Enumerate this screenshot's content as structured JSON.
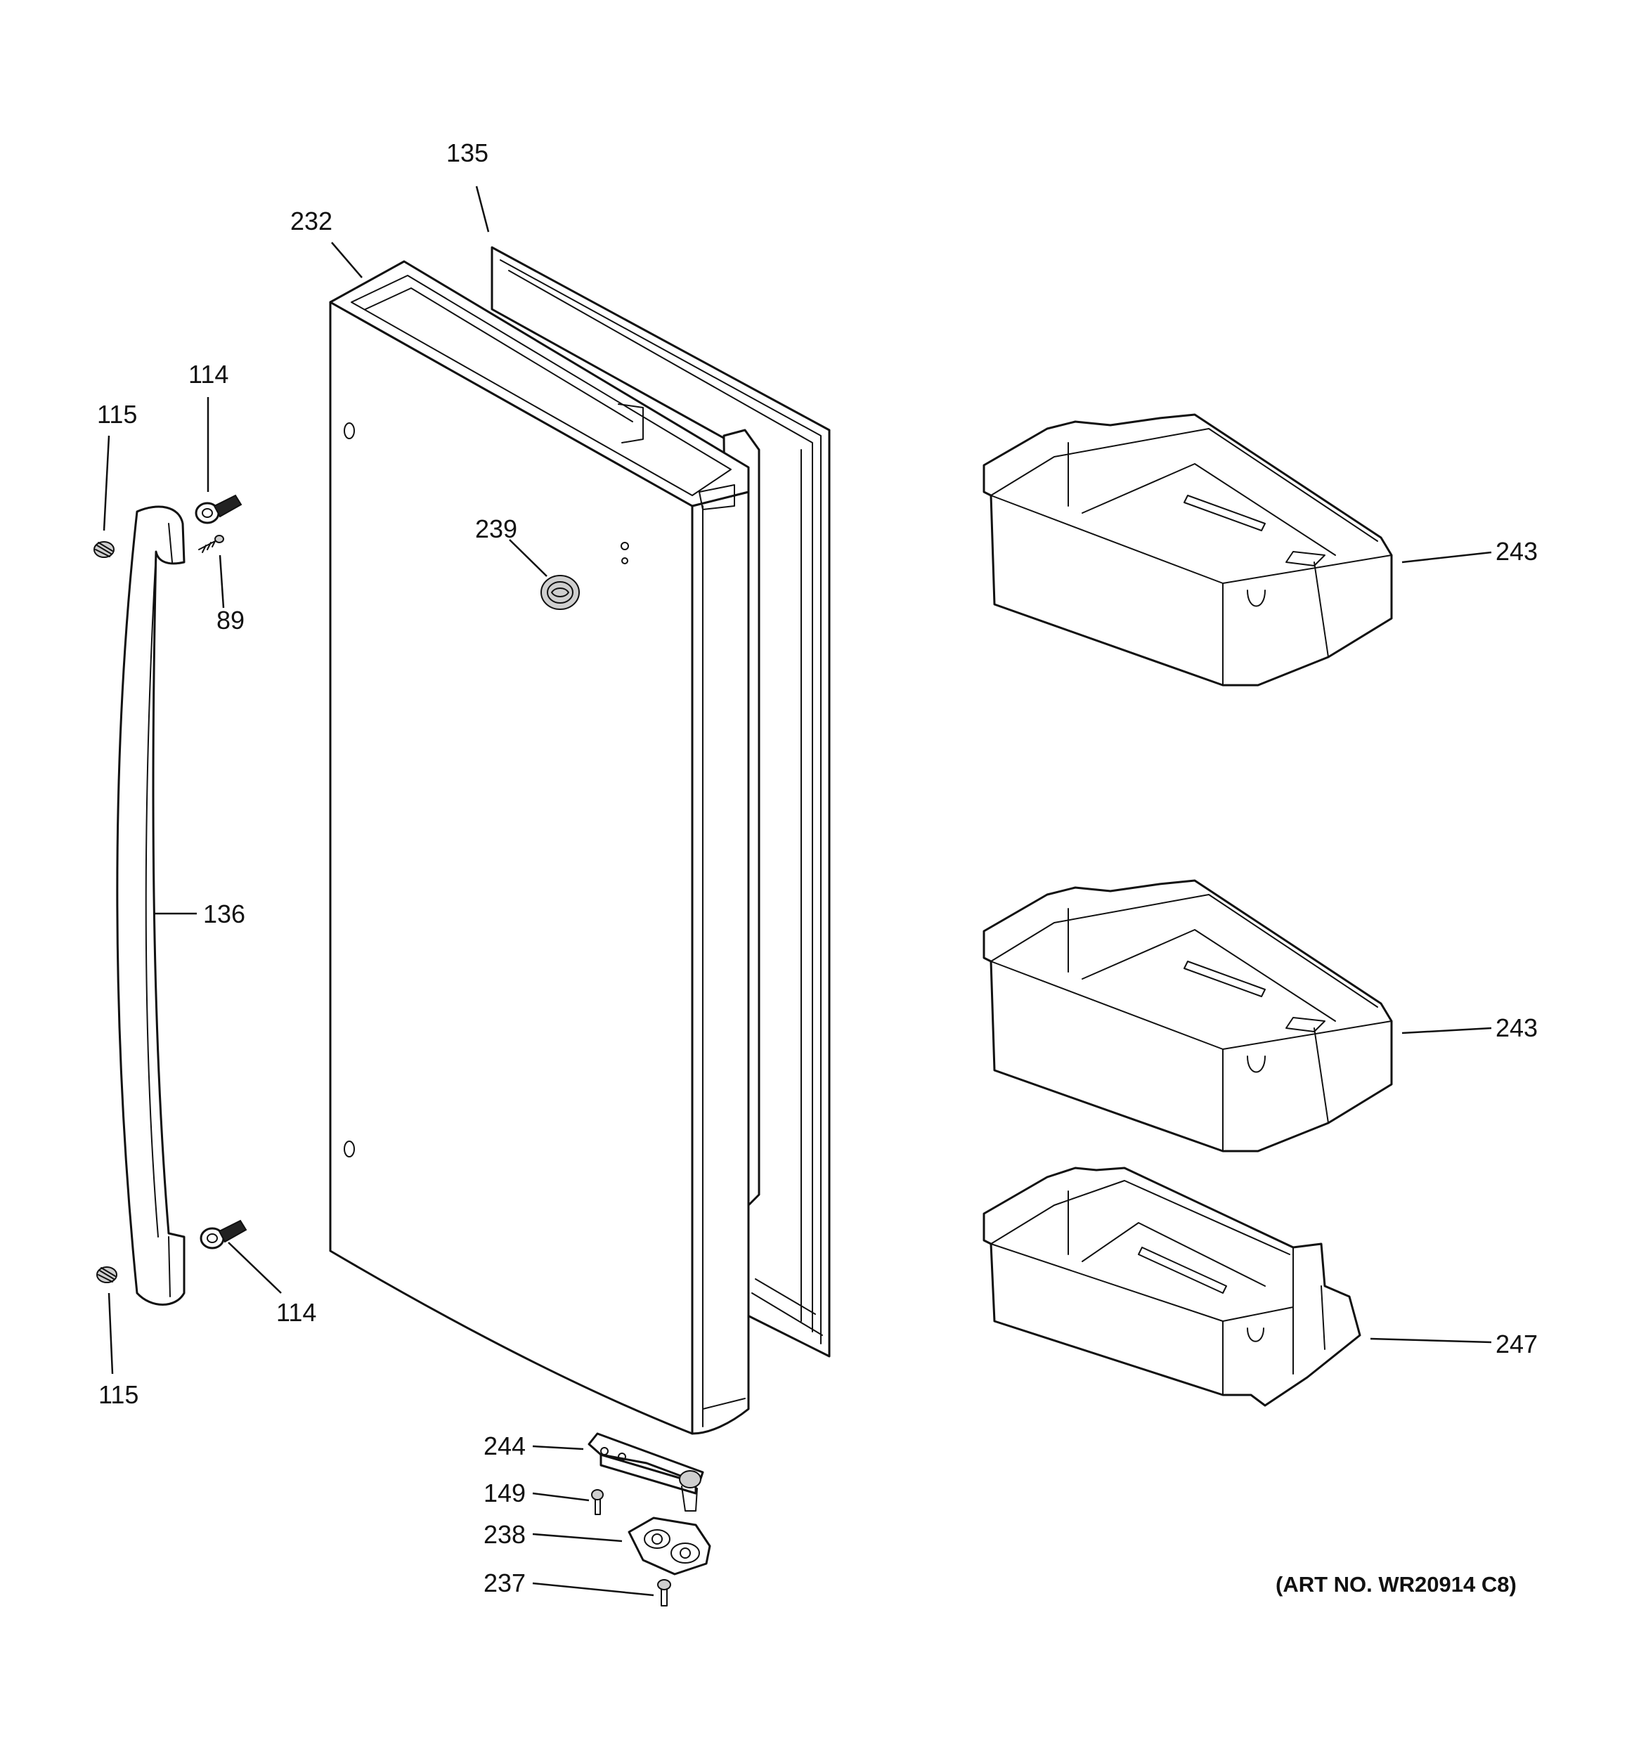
{
  "callouts": [
    {
      "id": "232",
      "text": "232"
    },
    {
      "id": "135",
      "text": "135"
    },
    {
      "id": "114a",
      "text": "114"
    },
    {
      "id": "115a",
      "text": "115"
    },
    {
      "id": "89",
      "text": "89"
    },
    {
      "id": "239",
      "text": "239"
    },
    {
      "id": "136",
      "text": "136"
    },
    {
      "id": "114b",
      "text": "114"
    },
    {
      "id": "115b",
      "text": "115"
    },
    {
      "id": "243a",
      "text": "243"
    },
    {
      "id": "243b",
      "text": "243"
    },
    {
      "id": "247",
      "text": "247"
    },
    {
      "id": "244",
      "text": "244"
    },
    {
      "id": "149",
      "text": "149"
    },
    {
      "id": "238",
      "text": "238"
    },
    {
      "id": "237",
      "text": "237"
    }
  ],
  "art_number": "(ART NO. WR20914 C8)"
}
